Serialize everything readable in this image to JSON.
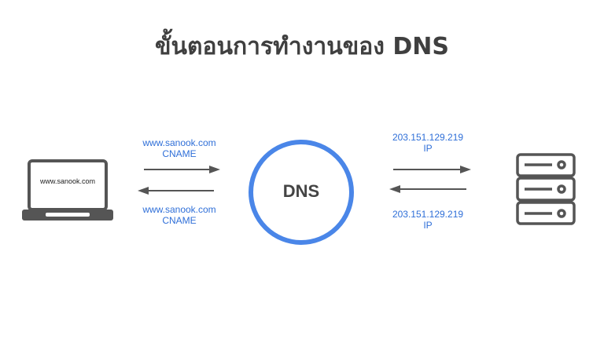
{
  "title": "ขั้นตอนการทำงานของ DNS",
  "laptop": {
    "screen_text": "www.sanook.com",
    "icon": "laptop-icon"
  },
  "dns": {
    "label": "DNS",
    "ring_color": "#4a86e8"
  },
  "server": {
    "icon": "server-icon"
  },
  "left_links": {
    "top": {
      "line1": "www.sanook.com",
      "line2": "CNAME",
      "direction": "right"
    },
    "bottom": {
      "line1": "www.sanook.com",
      "line2": "CNAME",
      "direction": "left"
    }
  },
  "right_links": {
    "top": {
      "line1": "203.151.129.219",
      "line2": "IP",
      "direction": "right"
    },
    "bottom": {
      "line1": "203.151.129.219",
      "line2": "IP",
      "direction": "left"
    }
  },
  "colors": {
    "label": "#2f6fd8",
    "icon": "#555555",
    "arrow": "#555555"
  }
}
